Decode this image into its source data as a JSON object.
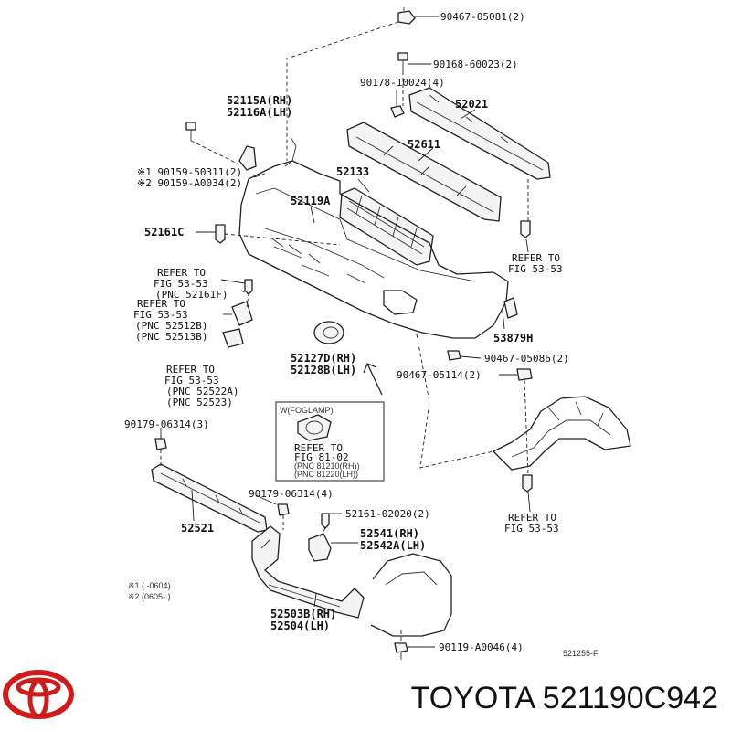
{
  "labels": {
    "p90467_05081": "90467-05081(2)",
    "p90168_60023": "90168-60023(2)",
    "p90178_10024": "90178-10024(4)",
    "p52021": "52021",
    "p52115a": "52115A(RH)",
    "p52116a": "52116A(LH)",
    "p52611": "52611",
    "p90159_50311": "※1 90159-50311(2)",
    "p90159_a0034": "※2 90159-A0034(2)",
    "p52133": "52133",
    "p52119a": "52119A",
    "p52161c": "52161C",
    "refer_53_53_a": "REFER TO",
    "refer_53_53_a2": "FIG 53-53",
    "p53879h": "53879H",
    "refer_52161f_1": "REFER TO",
    "refer_52161f_2": "FIG 53-53",
    "refer_52161f_3": "(PNC 52161F)",
    "refer_52512_1": "REFER TO",
    "refer_52512_2": "FIG 53-53",
    "refer_52512_3": "(PNC 52512B)",
    "refer_52512_4": "(PNC 52513B)",
    "p52127d": "52127D(RH)",
    "p52128b": "52128B(LH)",
    "p90467_05086": "90467-05086(2)",
    "p90467_05114": "90467-05114(2)",
    "refer_52522_1": "REFER TO",
    "refer_52522_2": "FIG 53-53",
    "refer_52522_3": "(PNC 52522A)",
    "refer_52522_4": "(PNC 52523)",
    "foglamp_title": "W(FOGLAMP)",
    "foglamp_ref1": "REFER TO",
    "foglamp_ref2": "FIG   81-02",
    "foglamp_ref3": "(PNC 81210(RH))",
    "foglamp_ref4": "(PNC 81220(LH))",
    "p90179_06314_a": "90179-06314(3)",
    "refer_53_53_b1": "REFER TO",
    "refer_53_53_b2": "FIG 53-53",
    "p90179_06314_b": "90179-06314(4)",
    "p52161_02020": "52161-02020(2)",
    "p52521": "52521",
    "p52541": "52541(RH)",
    "p52542a": "52542A(LH)",
    "note1": "※1 (       -0604)",
    "note2": "※2 (0605-        )",
    "p52503b": "52503B(RH)",
    "p52504": "52504(LH)",
    "p90119_a0046": "90119-A0046(4)",
    "diagram_id": "521255-F"
  },
  "footer": {
    "brand_text": "TOYOTA 521190C942"
  },
  "colors": {
    "logo_red": "#d11a1a",
    "line": "#222222"
  },
  "icons": {
    "logo": "toyota-logo-icon"
  }
}
